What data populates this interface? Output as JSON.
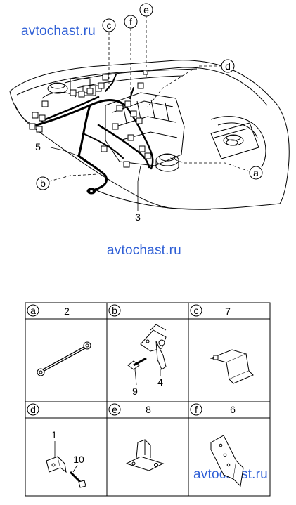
{
  "watermarks": [
    "avtochast.ru",
    "avtochast.ru",
    "avtochast.ru"
  ],
  "main_callouts": {
    "c": "c",
    "e": "e",
    "f": "f",
    "d": "d",
    "a": "a",
    "b": "b",
    "n5": "5",
    "n3": "3"
  },
  "parts_table": [
    {
      "letter": "a",
      "numbers": [
        "2"
      ]
    },
    {
      "letter": "b",
      "numbers": [
        "9",
        "4"
      ]
    },
    {
      "letter": "c",
      "numbers": [
        "7"
      ]
    },
    {
      "letter": "d",
      "numbers": [
        "1",
        "10"
      ]
    },
    {
      "letter": "e",
      "numbers": [
        "8"
      ]
    },
    {
      "letter": "f",
      "numbers": [
        "6"
      ]
    }
  ]
}
